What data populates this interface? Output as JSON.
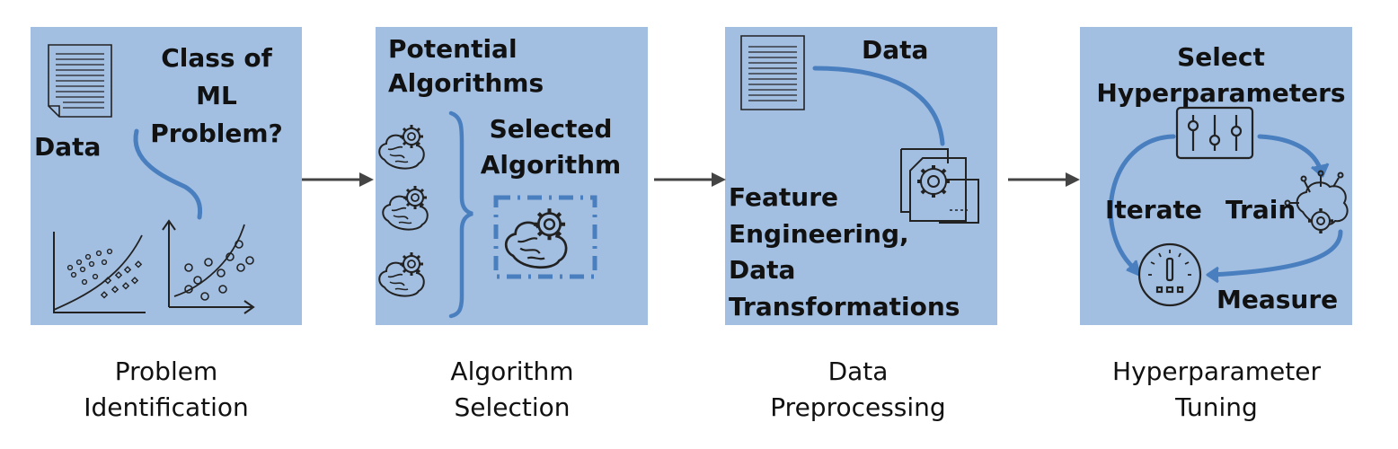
{
  "colors": {
    "panel": "#a2bfe2",
    "accent": "#4a7fbf",
    "line": "#222222",
    "arrow": "#444444"
  },
  "panels": [
    {
      "id": "problem_identification",
      "labels": {
        "question": "Class of\nML\nProblem?",
        "data": "Data"
      },
      "caption": "Problem\nIdentification",
      "icons": [
        "document-icon",
        "scatter-plot-icon",
        "scatter-plot-icon"
      ]
    },
    {
      "id": "algorithm_selection",
      "labels": {
        "potential": "Potential\nAlgorithms",
        "selected": "Selected\nAlgorithm"
      },
      "caption": "Algorithm\nSelection",
      "icons": [
        "brain-gear-icon",
        "brain-gear-icon",
        "brain-gear-icon",
        "brain-gear-icon"
      ]
    },
    {
      "id": "data_preprocessing",
      "labels": {
        "data": "Data",
        "feature": "Feature\nEngineering,\nData\nTransformations"
      },
      "caption": "Data\nPreprocessing",
      "icons": [
        "document-icon",
        "document-gear-icon"
      ]
    },
    {
      "id": "hyperparameter_tuning",
      "labels": {
        "select": "Select\nHyperparameters",
        "iterate": "Iterate",
        "train": "Train",
        "measure": "Measure"
      },
      "caption": "Hyperparameter\nTuning",
      "icons": [
        "sliders-icon",
        "brain-circuit-icon",
        "gauge-icon"
      ]
    }
  ]
}
